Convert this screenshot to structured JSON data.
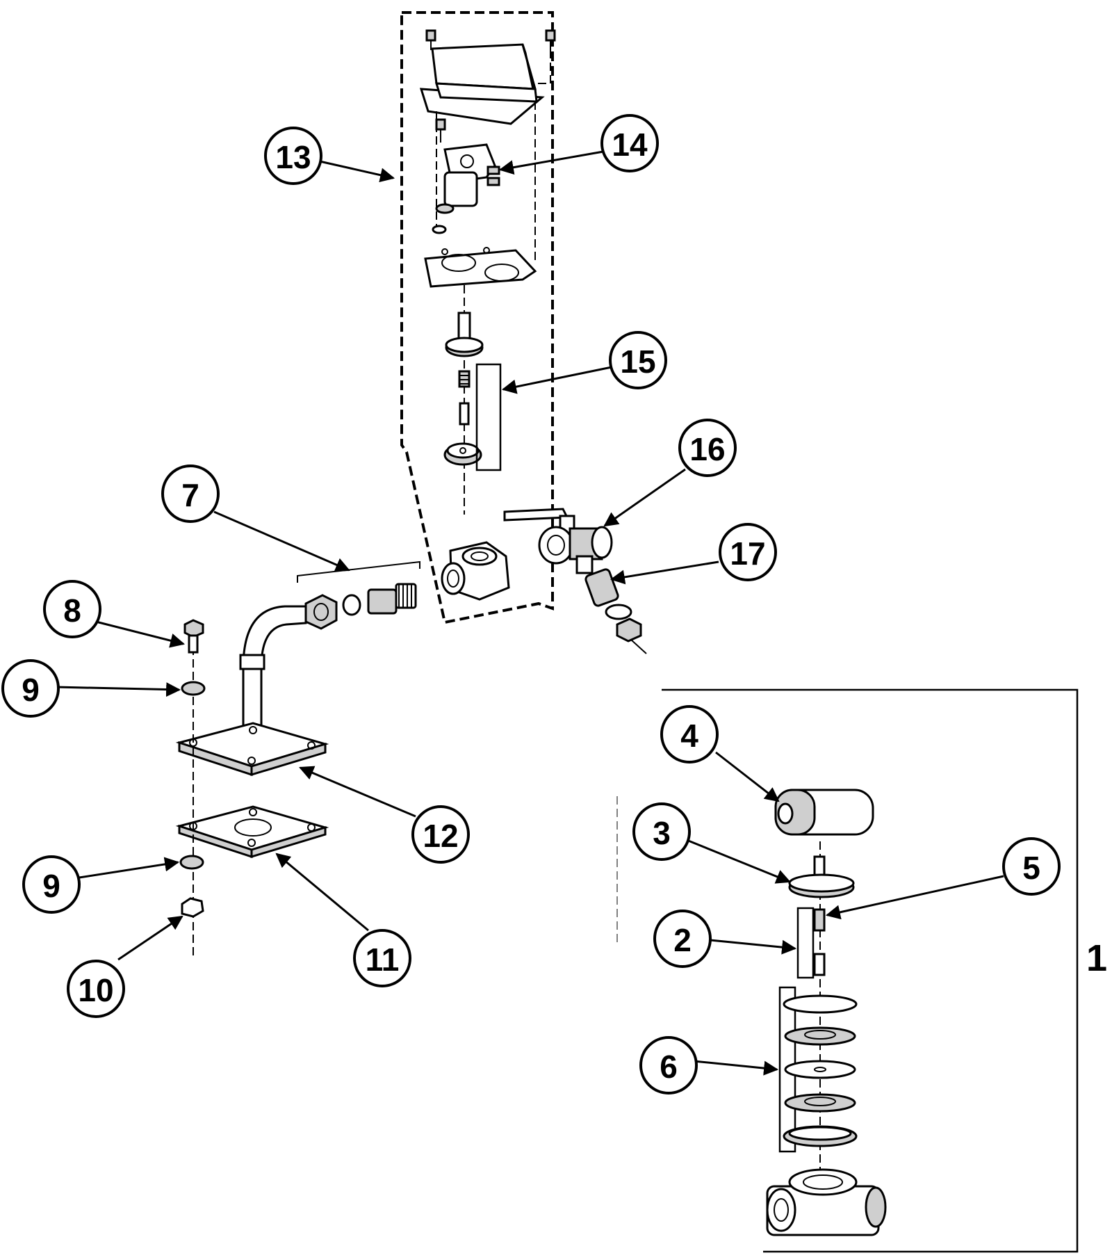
{
  "callouts": {
    "c1": "1",
    "c2": "2",
    "c3": "3",
    "c4": "4",
    "c5": "5",
    "c6": "6",
    "c7": "7",
    "c8": "8",
    "c9a": "9",
    "c9b": "9",
    "c10": "10",
    "c11": "11",
    "c12": "12",
    "c13": "13",
    "c14": "14",
    "c15": "15",
    "c16": "16",
    "c17": "17"
  }
}
